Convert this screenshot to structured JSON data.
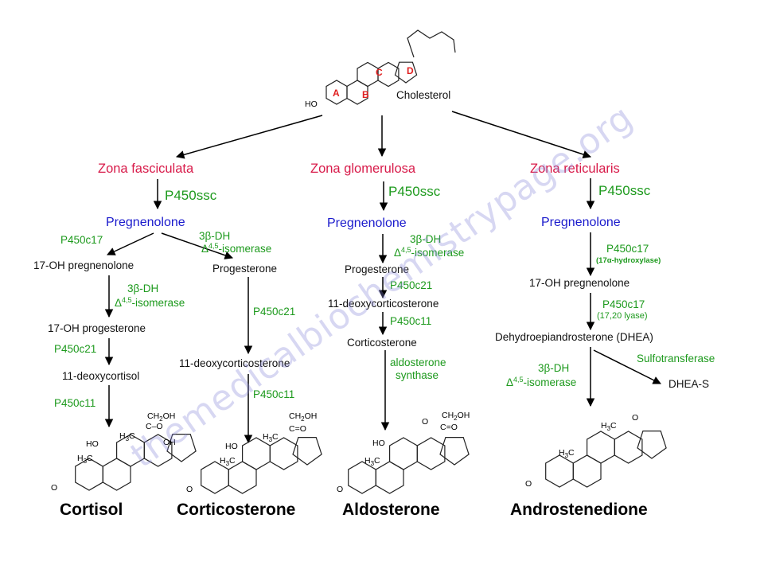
{
  "source": {
    "name": "Cholesterol",
    "ring_labels": [
      "A",
      "B",
      "C",
      "D"
    ],
    "hydroxyl": "HO"
  },
  "zones": {
    "fasciculata": "Zona fasciculata",
    "glomerulosa": "Zona glomerulosa",
    "reticularis": "Zona reticularis"
  },
  "enzymes": {
    "scc": "P450ssc",
    "c17": "P450c17",
    "c21": "P450c21",
    "c11": "P450c11",
    "dh": "3β-DH",
    "iso": "-isomerase",
    "iso_delta": "Δ",
    "iso_sup": "4,5",
    "hydroxylase": "(17α-hydroxylase)",
    "lyase": "(17,20 lyase)",
    "sulfo": "Sulfotransferase",
    "aldo1": "aldosterone",
    "aldo2": "synthase"
  },
  "intermediates": {
    "pregnenolone": "Pregnenolone",
    "oh_preg": "17-OH pregnenolone",
    "progesterone": "Progesterone",
    "oh_prog": "17-OH progesterone",
    "deoxycortisol": "11-deoxycortisol",
    "doc": "11-deoxycorticosterone",
    "corticosterone": "Corticosterone",
    "dhea": "Dehydroepiandrosterone (DHEA)",
    "dheas": "DHEA-S"
  },
  "products": [
    "Cortisol",
    "Corticosterone",
    "Aldosterone",
    "Androstenedione"
  ],
  "chem": {
    "ho": "HO",
    "h3c": "H",
    "h3c_sub": "3",
    "h3c_c": "C",
    "oh": "OH",
    "o": "O",
    "ch2oh": "CH",
    "ch2oh_sub": "2",
    "ch2oh_end": "OH",
    "co": "C=O",
    "co_cortisol": "C–O"
  },
  "watermark": "themedicalbiochemistrypage.org"
}
